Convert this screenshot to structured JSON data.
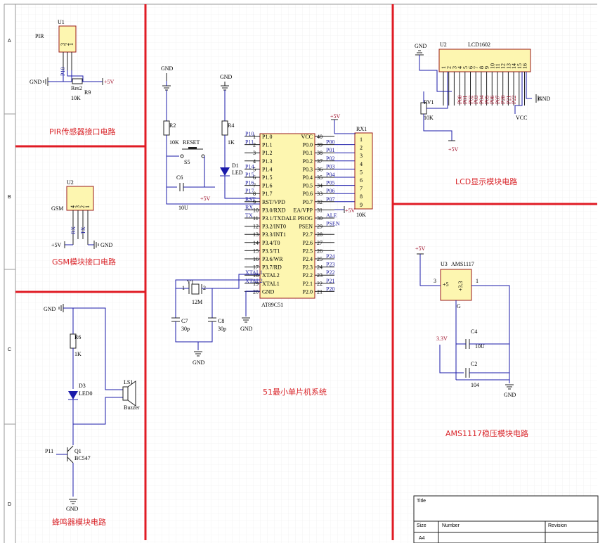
{
  "zones": {
    "rows": [
      "A",
      "B",
      "C",
      "D"
    ]
  },
  "blocks": {
    "pir": {
      "title": "PIR传感器接口电路"
    },
    "gsm": {
      "title": "GSM模块接口电路"
    },
    "buzzer": {
      "title": "蜂鸣器模块电路"
    },
    "mcu": {
      "title": "51最小单片机系统"
    },
    "lcd": {
      "title": "LCD显示模块电路"
    },
    "ams": {
      "title": "AMS1117稳压模块电路"
    }
  },
  "pir": {
    "ref": "U1",
    "name": "PIR",
    "pins": [
      "3",
      "2",
      "1"
    ],
    "pin_label": "P10",
    "gnd": "GND",
    "res_ref": "R9",
    "res_type": "Res2",
    "res_val": "10K",
    "vcc": "+5V"
  },
  "gsm": {
    "ref": "U2",
    "name": "GSM",
    "pins": [
      "4",
      "3",
      "2",
      "1"
    ],
    "rx": "RX",
    "tx": "TX",
    "vcc": "+5V",
    "gnd": "GND"
  },
  "buzzer": {
    "gnd_top": "GND",
    "r_ref": "R6",
    "r_val": "1K",
    "d_ref": "D3",
    "d_name": "LED0",
    "ls_ref": "LS1",
    "ls_name": "Buzzer",
    "q_ref": "Q1",
    "q_name": "BC547",
    "q_base": "P11",
    "gnd_bot": "GND"
  },
  "mcu": {
    "chip": "AT89C51",
    "left_pins": [
      {
        "num": "1",
        "net": "P10",
        "name": "P1.0"
      },
      {
        "num": "2",
        "net": "P11",
        "name": "P1.1"
      },
      {
        "num": "3",
        "net": "",
        "name": "P1.2"
      },
      {
        "num": "4",
        "net": "",
        "name": "P1.3"
      },
      {
        "num": "5",
        "net": "P14",
        "name": "P1.4"
      },
      {
        "num": "6",
        "net": "P15",
        "name": "P1.5"
      },
      {
        "num": "7",
        "net": "P16",
        "name": "P1.6"
      },
      {
        "num": "8",
        "net": "P17",
        "name": "P1.7"
      },
      {
        "num": "9",
        "net": "RST",
        "name": "RST/VPD"
      },
      {
        "num": "10",
        "net": "RX",
        "name": "P3.0/RXD"
      },
      {
        "num": "11",
        "net": "TX",
        "name": "P3.1/TXDALE"
      },
      {
        "num": "12",
        "net": "",
        "name": "P3.2/INT0"
      },
      {
        "num": "13",
        "net": "",
        "name": "P3.3/INT1"
      },
      {
        "num": "14",
        "net": "",
        "name": "P3.4/T0"
      },
      {
        "num": "15",
        "net": "",
        "name": "P3.5/T1"
      },
      {
        "num": "16",
        "net": "",
        "name": "P3.6/WR"
      },
      {
        "num": "17",
        "net": "",
        "name": "P3.7/RD"
      },
      {
        "num": "18",
        "net": "XTAL1",
        "name": "XTAL2"
      },
      {
        "num": "19",
        "net": "XTAL2",
        "name": "XTAL1"
      },
      {
        "num": "20",
        "net": "",
        "name": "GND"
      }
    ],
    "right_pins": [
      {
        "num": "40",
        "net": "",
        "name": "VCC"
      },
      {
        "num": "39",
        "net": "P00",
        "name": "P0.0"
      },
      {
        "num": "38",
        "net": "P01",
        "name": "P0.1"
      },
      {
        "num": "37",
        "net": "P02",
        "name": "P0.2"
      },
      {
        "num": "36",
        "net": "P03",
        "name": "P0.3"
      },
      {
        "num": "35",
        "net": "P04",
        "name": "P0.4"
      },
      {
        "num": "34",
        "net": "P05",
        "name": "P0.5"
      },
      {
        "num": "33",
        "net": "P06",
        "name": "P0.6"
      },
      {
        "num": "32",
        "net": "P07",
        "name": "P0.7"
      },
      {
        "num": "31",
        "net": "",
        "name": "EA/VPP"
      },
      {
        "num": "30",
        "net": "ALE",
        "name": "PROG"
      },
      {
        "num": "29",
        "net": "PSEN",
        "name": "PSEN"
      },
      {
        "num": "28",
        "net": "",
        "name": "P2.7"
      },
      {
        "num": "27",
        "net": "",
        "name": "P2.6"
      },
      {
        "num": "26",
        "net": "",
        "name": "P2.5"
      },
      {
        "num": "25",
        "net": "P24",
        "name": "P2.4"
      },
      {
        "num": "24",
        "net": "P23",
        "name": "P2.3"
      },
      {
        "num": "23",
        "net": "P22",
        "name": "P2.2"
      },
      {
        "num": "22",
        "net": "P21",
        "name": "P2.1"
      },
      {
        "num": "21",
        "net": "P20",
        "name": "P2.0"
      }
    ],
    "rx1": {
      "ref": "RX1",
      "pins": [
        "1",
        "2",
        "3",
        "4",
        "5",
        "6",
        "7",
        "8",
        "9"
      ],
      "val": "10K"
    },
    "vcc_top": "+5V",
    "vcc_ea": "+5V",
    "r2": {
      "ref": "R2",
      "val": "10K"
    },
    "r4": {
      "ref": "R4",
      "val": "1K"
    },
    "reset": {
      "label": "RESET",
      "ref": "S5"
    },
    "d1": {
      "ref": "D1",
      "name": "LED"
    },
    "c6": {
      "ref": "C6",
      "val": "10U"
    },
    "c6_vcc": "+5V",
    "gnd_r2": "GND",
    "gnd_r4": "GND",
    "y1": {
      "ref": "Y1",
      "val": "12M",
      "p1": "1",
      "p2": "2"
    },
    "c7": {
      "ref": "C7",
      "val": "30p"
    },
    "c8": {
      "ref": "C8",
      "val": "30p"
    },
    "gnd_xtal": "GND",
    "gnd_chip": "GND"
  },
  "lcd": {
    "ref": "U2",
    "name": "LCD1602",
    "pins": [
      "1",
      "2",
      "3",
      "4",
      "5",
      "6",
      "7",
      "8",
      "9",
      "10",
      "11",
      "12",
      "13",
      "14",
      "15",
      "16"
    ],
    "nets": [
      "P00",
      "P01",
      "P02",
      "P03",
      "P04",
      "P05",
      "P06",
      "P07",
      "P20",
      "P21",
      "P22"
    ],
    "gnd_top": "GND",
    "gnd_right": "GND",
    "vcc": "VCC",
    "rv1": {
      "ref": "RV1",
      "val": "10K"
    },
    "vcc_bot": "+5V"
  },
  "ams": {
    "ref": "U3",
    "name": "AMS1117",
    "vin": "+5V",
    "pin3": "3",
    "pin1": "1",
    "p5": "+5",
    "p33": "+3.3",
    "gnd_pin": "G",
    "out": "3.3V",
    "c4": {
      "ref": "C4",
      "val": "10U"
    },
    "c2": {
      "ref": "C2",
      "val": "104"
    },
    "gnd": "GND"
  },
  "titleblock": {
    "title": "Title",
    "size": "Size",
    "number": "Number",
    "revision": "Revision",
    "size_val": "A4"
  }
}
